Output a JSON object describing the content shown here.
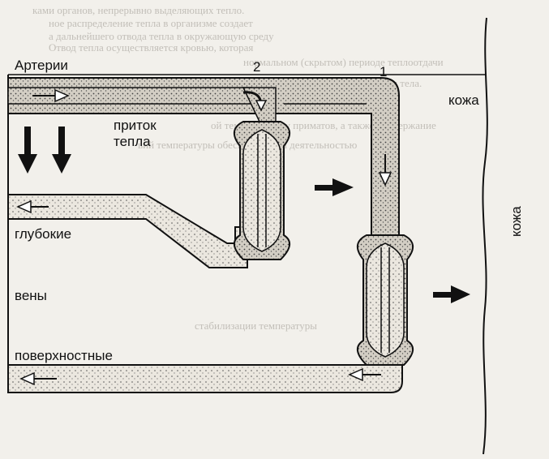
{
  "labels": {
    "arteries": "Артерии",
    "heat_inflow_1": "приток",
    "heat_inflow_2": "тепла",
    "deep": "глубокие",
    "veins": "вены",
    "superficial": "поверхностные",
    "skin_top": "кожа",
    "skin_side": "кожа",
    "marker_1": "1",
    "marker_2": "2"
  },
  "background_text": [
    "ками органов, непрерывно выделяющих тепло.",
    "ное распределение тепла в организме создает",
    "а дальнейшего отвода тепла в окружающую среду",
    "Отвод тепла осуществляется кровью, которая",
    "нормальном (скрытом) периоде теплоотдачи",
    "ок тепла к поверхности тела.",
    "ой температуры у приматов, а также поддержание",
    "вий температуры обеспечивается деятельностью",
    "стабилизации температуры"
  ],
  "colors": {
    "ink": "#111111",
    "paper": "#f2f0eb",
    "vessel_fill": "#cfcac0"
  }
}
